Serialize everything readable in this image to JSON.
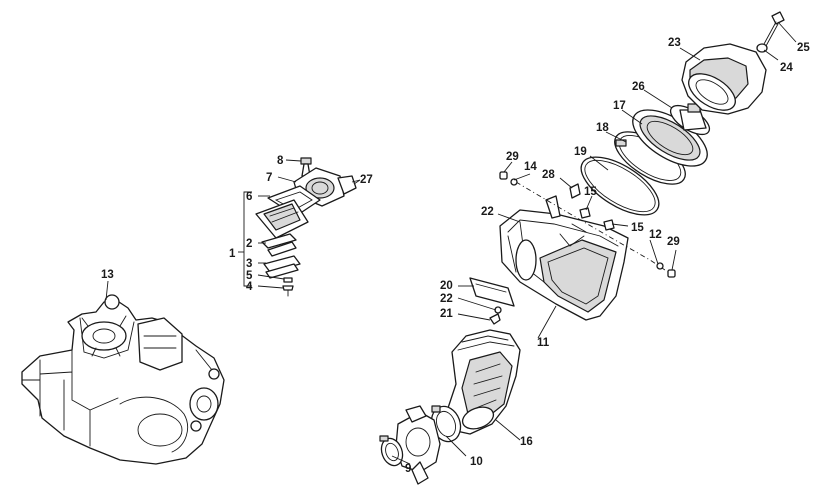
{
  "callouts": [
    {
      "id": "c1",
      "label": "1"
    },
    {
      "id": "c2",
      "label": "2"
    },
    {
      "id": "c3",
      "label": "3"
    },
    {
      "id": "c4",
      "label": "4"
    },
    {
      "id": "c5",
      "label": "5"
    },
    {
      "id": "c6",
      "label": "6"
    },
    {
      "id": "c7",
      "label": "7"
    },
    {
      "id": "c8",
      "label": "8"
    },
    {
      "id": "c9",
      "label": "9"
    },
    {
      "id": "c10",
      "label": "10"
    },
    {
      "id": "c11",
      "label": "11"
    },
    {
      "id": "c12",
      "label": "12"
    },
    {
      "id": "c13",
      "label": "13"
    },
    {
      "id": "c14",
      "label": "14"
    },
    {
      "id": "c15a",
      "label": "15"
    },
    {
      "id": "c15b",
      "label": "15"
    },
    {
      "id": "c16",
      "label": "16"
    },
    {
      "id": "c17",
      "label": "17"
    },
    {
      "id": "c18",
      "label": "18"
    },
    {
      "id": "c19",
      "label": "19"
    },
    {
      "id": "c20",
      "label": "20"
    },
    {
      "id": "c21",
      "label": "21"
    },
    {
      "id": "c22a",
      "label": "22"
    },
    {
      "id": "c22b",
      "label": "22"
    },
    {
      "id": "c23",
      "label": "23"
    },
    {
      "id": "c24",
      "label": "24"
    },
    {
      "id": "c25",
      "label": "25"
    },
    {
      "id": "c26",
      "label": "26"
    },
    {
      "id": "c27",
      "label": "27"
    },
    {
      "id": "c28",
      "label": "28"
    },
    {
      "id": "c29a",
      "label": "29"
    },
    {
      "id": "c29b",
      "label": "29"
    }
  ]
}
